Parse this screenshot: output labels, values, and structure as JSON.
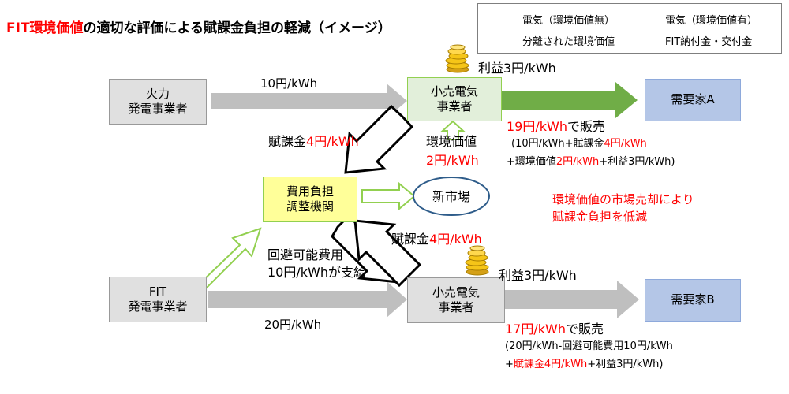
{
  "title": {
    "highlight": "FIT環境価値",
    "rest": "の適切な評価による賦課金負担の軽減（イメージ）"
  },
  "legend": {
    "electricity_no_env": "電気（環境価値無）",
    "electricity_with_env": "電気（環境価値有）",
    "separated_env_value": "分離された環境価値",
    "fit_payment": "FIT納付金・交付金"
  },
  "colors": {
    "gray_arrow": "#bfbfbf",
    "green_arrow": "#70ad47",
    "red_text": "#ff0000",
    "box_gray": "#e0e0e0",
    "box_yellow": "#ffff99",
    "box_blue": "#b4c6e7",
    "market_border": "#2e5c8a"
  },
  "nodes": {
    "thermal": "火力\n発電事業者",
    "retailer_top": "小売電気\n事業者",
    "customer_a": "需要家A",
    "cost_agency": "費用負担\n調整機関",
    "new_market": "新市場",
    "fit_generator": "FIT\n発電事業者",
    "retailer_bottom": "小売電気\n事業者",
    "customer_b": "需要家B"
  },
  "labels": {
    "price_thermal": "10円/kWh",
    "profit_top": "利益3円/kWh",
    "sale_a_price": "19円/kWh",
    "sale_a_suffix": "で販売",
    "sale_a_breakdown_1a": "(10円/kWh+賦課金",
    "sale_a_breakdown_1b": "4円/kWh",
    "sale_a_breakdown_2a": "+環境価値",
    "sale_a_breakdown_2b": "2円/kWh",
    "sale_a_breakdown_2c": "+利益3円/kWh)",
    "surcharge_top_prefix": "賦課金",
    "surcharge_top_value": "4円/kWh",
    "env_value_label": "環境価値",
    "env_value_price": "2円/kWh",
    "note_line1": "環境価値の市場売却により",
    "note_line2": "賦課金負担を低減",
    "surcharge_bottom_prefix": "賦課金",
    "surcharge_bottom_value": "4円/kWh",
    "avoided_cost_line1": "回避可能費用",
    "avoided_cost_line2": "10円/kWhが支給",
    "profit_bottom": "利益3円/kWh",
    "price_fit": "20円/kWh",
    "sale_b_price": "17円/kWh",
    "sale_b_suffix": "で販売",
    "sale_b_breakdown_1": "(20円/kWh-回避可能費用10円/kWh",
    "sale_b_breakdown_2a": "+",
    "sale_b_breakdown_2b": "賦課金4円/kWh",
    "sale_b_breakdown_2c": "+利益3円/kWh)"
  }
}
